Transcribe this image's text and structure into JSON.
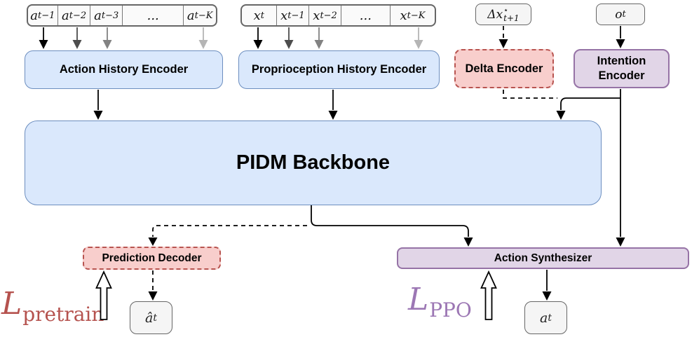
{
  "strips": {
    "action": {
      "cells": [
        {
          "base": "a",
          "sub": "t−1"
        },
        {
          "base": "a",
          "sub": "t−2"
        },
        {
          "base": "a",
          "sub": "t−3"
        },
        {
          "base": "...",
          "sub": ""
        },
        {
          "base": "a",
          "sub": "t−K"
        }
      ]
    },
    "proprio": {
      "cells": [
        {
          "base": "x",
          "sub": "t"
        },
        {
          "base": "x",
          "sub": "t−1"
        },
        {
          "base": "x",
          "sub": "t−2"
        },
        {
          "base": "...",
          "sub": ""
        },
        {
          "base": "x",
          "sub": "t−K"
        }
      ]
    }
  },
  "inputs": {
    "delta_target": {
      "base": "Δx",
      "sup": "⋆",
      "sub": "t+1"
    },
    "observation": {
      "base": "o",
      "sub": "t"
    }
  },
  "blocks": {
    "action_history_encoder": "Action History Encoder",
    "proprioception_history_encoder": "Proprioception History Encoder",
    "delta_encoder": "Delta Encoder",
    "intention_encoder": "Intention Encoder",
    "backbone": "PIDM Backbone",
    "prediction_decoder": "Prediction Decoder",
    "action_synthesizer": "Action Synthesizer"
  },
  "outputs": {
    "predicted_action": {
      "base": "â",
      "sub": "t"
    },
    "action": {
      "base": "a",
      "sub": "t"
    }
  },
  "losses": {
    "pretrain": {
      "base": "L",
      "sub": "pretrain"
    },
    "ppo": {
      "base": "L",
      "sub": "PPO"
    }
  },
  "colors": {
    "encoder_blue_fill": "#dae8fc",
    "encoder_blue_border": "#6c8ebf",
    "purple_fill": "#e1d5e7",
    "purple_border": "#9673a6",
    "red_fill": "#f8cecc",
    "red_border": "#b85450",
    "token_fill": "#f5f5f5",
    "token_border": "#666666",
    "loss_pretrain_color": "#b5524e",
    "loss_ppo_color": "#9c77b4"
  }
}
